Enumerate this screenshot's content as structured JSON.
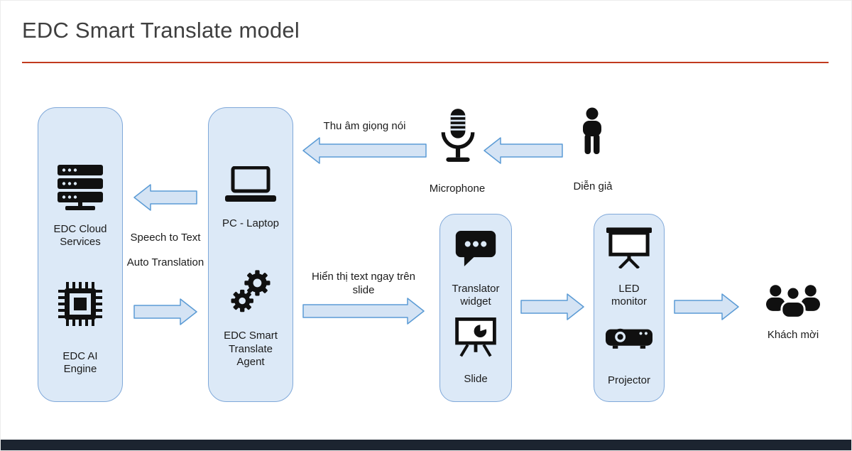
{
  "slide": {
    "title": "EDC Smart Translate model"
  },
  "boxes": {
    "cloud": {
      "label1": "EDC Cloud Services",
      "label2": "EDC AI Engine"
    },
    "pc": {
      "label1": "PC - Laptop",
      "label2": "EDC Smart Translate Agent"
    },
    "widget": {
      "label1": "Translator widget",
      "label2": "Slide"
    },
    "display": {
      "label1": "LED monitor",
      "label2": "Projector"
    }
  },
  "standalone": {
    "microphone": "Microphone",
    "speaker": "Diễn giả",
    "guests": "Khách mời"
  },
  "arrow_labels": {
    "record": "Thu âm giọng nói",
    "stt": "Speech to Text",
    "translate": "Auto Translation",
    "display": "Hiển thị text ngay trên slide"
  },
  "icons": [
    "server-icon",
    "chip-icon",
    "laptop-icon",
    "gears-icon",
    "microphone-icon",
    "person-icon",
    "chat-icon",
    "slide-easel-icon",
    "led-screen-icon",
    "projector-icon",
    "audience-icon"
  ],
  "colors": {
    "accent_line": "#c13a1e",
    "box_fill": "#dce9f7",
    "box_border": "#7fa8d9",
    "arrow_fill": "#d4e3f4",
    "arrow_border": "#5b9bd5",
    "footer_bar": "#1c2430",
    "icon_ink": "#101010",
    "title_color": "#3f3f3f"
  }
}
